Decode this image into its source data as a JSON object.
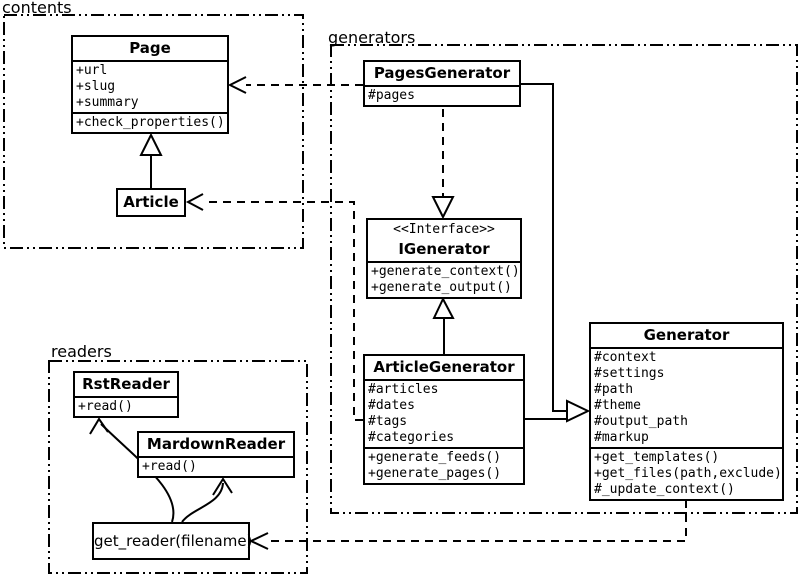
{
  "packages": {
    "contents": {
      "label": "contents"
    },
    "generators": {
      "label": "generators"
    },
    "readers": {
      "label": "readers"
    }
  },
  "classes": {
    "page": {
      "name": "Page",
      "attributes": [
        "+url",
        "+slug",
        "+summary"
      ],
      "methods": [
        "+check_properties()"
      ]
    },
    "article": {
      "name": "Article"
    },
    "pages_generator": {
      "name": "PagesGenerator",
      "attributes": [
        "#pages"
      ]
    },
    "igenerator": {
      "stereotype": "<<Interface>>",
      "name": "IGenerator",
      "methods": [
        "+generate_context()",
        "+generate_output()"
      ]
    },
    "article_generator": {
      "name": "ArticleGenerator",
      "attributes": [
        "#articles",
        "#dates",
        "#tags",
        "#categories"
      ],
      "methods": [
        "+generate_feeds()",
        "+generate_pages()"
      ]
    },
    "generator": {
      "name": "Generator",
      "attributes": [
        "#context",
        "#settings",
        "#path",
        "#theme",
        "#output_path",
        "#markup"
      ],
      "methods": [
        "+get_templates()",
        "+get_files(path,exclude)",
        "#_update_context()"
      ]
    },
    "rst_reader": {
      "name": "RstReader",
      "methods": [
        "+read()"
      ]
    },
    "mardown_reader": {
      "name": "MardownReader",
      "methods": [
        "+read()"
      ]
    },
    "get_reader": {
      "label": "get_reader(filename)"
    }
  },
  "relationships": [
    {
      "from": "Article",
      "to": "Page",
      "type": "inheritance"
    },
    {
      "from": "PagesGenerator",
      "to": "IGenerator",
      "type": "realization"
    },
    {
      "from": "ArticleGenerator",
      "to": "IGenerator",
      "type": "inheritance"
    },
    {
      "from": "PagesGenerator",
      "to": "Generator",
      "type": "inheritance"
    },
    {
      "from": "ArticleGenerator",
      "to": "Generator",
      "type": "inheritance"
    },
    {
      "from": "PagesGenerator",
      "to": "Page",
      "type": "dependency"
    },
    {
      "from": "ArticleGenerator",
      "to": "Article",
      "type": "dependency"
    },
    {
      "from": "Generator",
      "to": "get_reader(filename)",
      "type": "dependency"
    },
    {
      "from": "get_reader(filename)",
      "to": "RstReader",
      "type": "call"
    },
    {
      "from": "get_reader(filename)",
      "to": "MardownReader",
      "type": "call"
    }
  ],
  "colors": {
    "line": "#000000",
    "background": "#ffffff"
  }
}
